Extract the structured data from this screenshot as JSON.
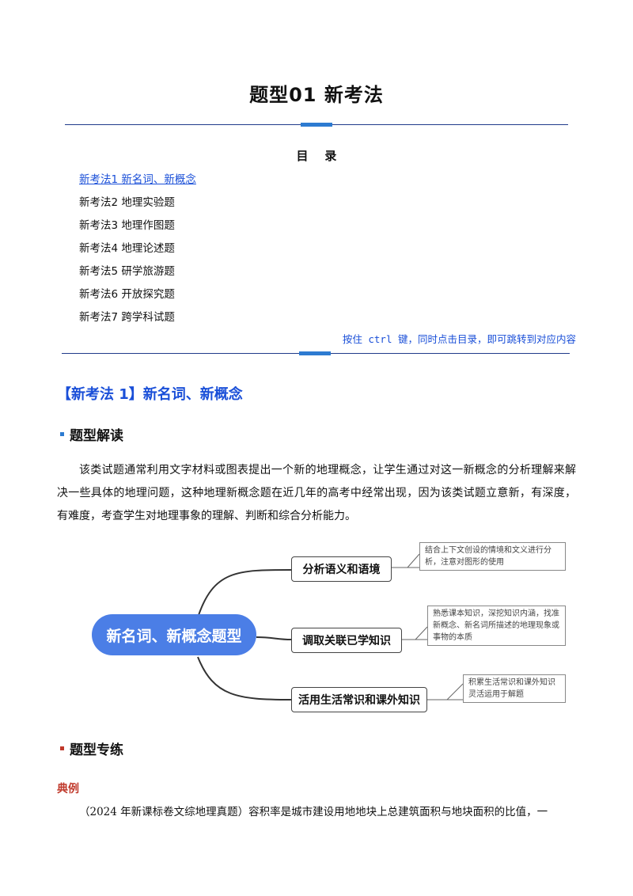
{
  "doc": {
    "title": "题型01 新考法"
  },
  "toc": {
    "heading": "目    录",
    "items": [
      "新考法1  新名词、新概念",
      "新考法2  地理实验题",
      "新考法3  地理作图题",
      "新考法4  地理论述题",
      "新考法5  研学旅游题",
      "新考法6  开放探究题",
      "新考法7  跨学科试题"
    ],
    "hint": "按住 ctrl 键，同时点击目录，即可跳转到对应内容"
  },
  "section1": {
    "heading": "【新考法 1】新名词、新概念",
    "sub1": "题型解读",
    "paragraph": "该类试题通常利用文字材料或图表提出一个新的地理概念，让学生通过对这一新概念的分析理解来解决一些具体的地理问题，这种地理新概念题在近几年的高考中经常出现，因为该类试题立意新，有深度，有难度，考查学生对地理事象的理解、判断和综合分析能力。",
    "mindmap": {
      "center": "新名词、新概念题型",
      "branches": [
        {
          "label": "分析语义和语境",
          "note": "结合上下文创设的情境和文义进行分析，注意对图形的使用"
        },
        {
          "label": "调取关联已学知识",
          "note": "熟悉课本知识，深挖知识内涵，找准新概念、新名词所描述的地理现象或事物的本质"
        },
        {
          "label": "活用生活常识和课外知识",
          "note": "积累生活常识和课外知识灵活运用于解题"
        }
      ]
    },
    "sub2": "题型专练",
    "example_label": "典例",
    "example_text": "（2024 年新课标卷文综地理真题）容积率是城市建设用地地块上总建筑面积与地块面积的比值，一"
  },
  "colors": {
    "accent_blue": "#1a4fd8",
    "rule_blue": "#1f3a8a",
    "bullet_blue": "#2d7bd1",
    "bullet_red": "#c0392b",
    "mindmap_center": "#4b7ee6"
  }
}
